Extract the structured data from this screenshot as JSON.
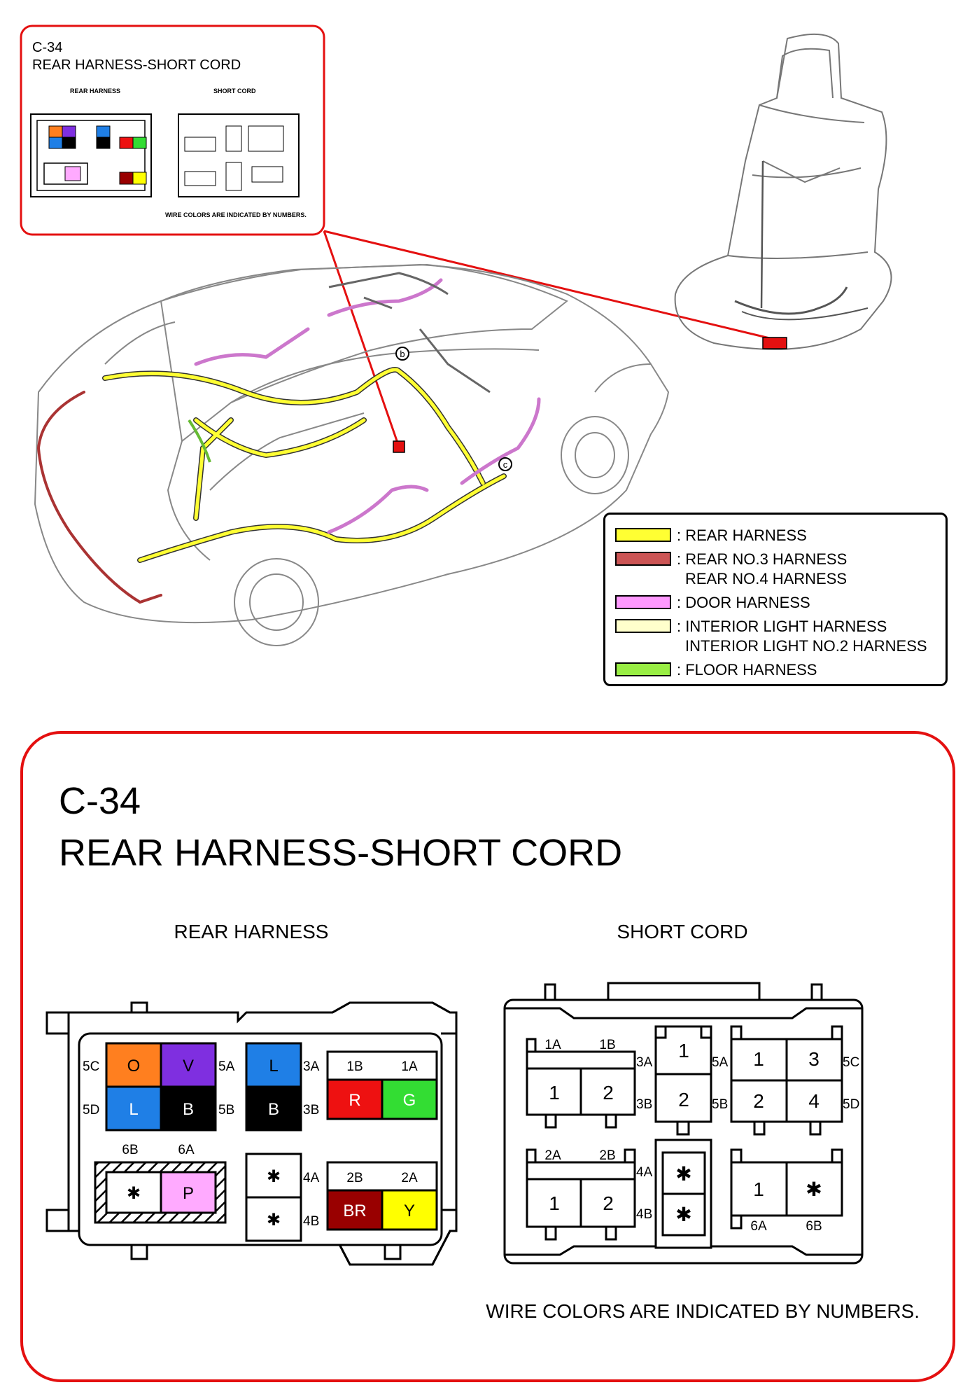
{
  "inset": {
    "code": "C-34",
    "title": "REAR HARNESS-SHORT CORD",
    "rear_label": "REAR HARNESS",
    "short_label": "SHORT CORD",
    "note": "WIRE COLORS ARE INDICATED BY NUMBERS."
  },
  "legend": [
    {
      "color": "#ffff33",
      "lines": [
        ": REAR HARNESS"
      ]
    },
    {
      "color": "#cc5555",
      "lines": [
        ": REAR NO.3 HARNESS",
        "REAR NO.4 HARNESS"
      ]
    },
    {
      "color": "#ff99ff",
      "lines": [
        ": DOOR HARNESS"
      ]
    },
    {
      "color": "#ffffcc",
      "lines": [
        ": INTERIOR LIGHT HARNESS",
        "INTERIOR LIGHT NO.2 HARNESS"
      ]
    },
    {
      "color": "#99ee44",
      "lines": [
        ": FLOOR HARNESS"
      ]
    }
  ],
  "callouts": {
    "b": "b",
    "c": "c"
  },
  "connector": {
    "code": "C-34",
    "title": "REAR HARNESS-SHORT CORD",
    "rear_label": "REAR HARNESS",
    "short_label": "SHORT CORD",
    "note": "WIRE COLORS ARE INDICATED BY NUMBERS.",
    "rear": {
      "pin_labels": {
        "p5C": "5C",
        "p5D": "5D",
        "p5A": "5A",
        "p5B": "5B",
        "p3A": "3A",
        "p3B": "3B",
        "p1B": "1B",
        "p1A": "1A",
        "p6B": "6B",
        "p6A": "6A",
        "p4A": "4A",
        "p4B": "4B",
        "p2B": "2B",
        "p2A": "2A"
      },
      "cells": {
        "c5C": {
          "text": "O",
          "color": "#ff7f1f"
        },
        "c5A": {
          "text": "V",
          "color": "#7f2fe0"
        },
        "c5D": {
          "text": "L",
          "color": "#1f7fe6"
        },
        "c5B": {
          "text": "B",
          "color": "#000000"
        },
        "c3A": {
          "text": "L",
          "color": "#1f7fe6"
        },
        "c3B": {
          "text": "B",
          "color": "#000000"
        },
        "c1B": {
          "text": "R",
          "color": "#ee1111"
        },
        "c1A": {
          "text": "G",
          "color": "#33dd33"
        },
        "c6B": {
          "text": "✱",
          "color": "#ffffff"
        },
        "c6A": {
          "text": "P",
          "color": "#ffaaff"
        },
        "c4A": {
          "text": "✱",
          "color": "#ffffff"
        },
        "c4B": {
          "text": "✱",
          "color": "#ffffff"
        },
        "c2B": {
          "text": "BR",
          "color": "#990000"
        },
        "c2A": {
          "text": "Y",
          "color": "#ffff00"
        }
      }
    },
    "short": {
      "pin_labels": {
        "p1A": "1A",
        "p1B": "1B",
        "p3A": "3A",
        "p3B": "3B",
        "p5A": "5A",
        "p5B": "5B",
        "p5C": "5C",
        "p5D": "5D",
        "p2A": "2A",
        "p2B": "2B",
        "p4A": "4A",
        "p4B": "4B",
        "p6A": "6A",
        "p6B": "6B"
      },
      "cells": {
        "s1a": "1",
        "s1b": "2",
        "s3a": "1",
        "s3b": "2",
        "s5a": "1",
        "s5b": "3",
        "s5c": "2",
        "s5d": "4",
        "s2a": "1",
        "s2b": "2",
        "s4a": "✱",
        "s4b": "✱",
        "s6a": "1",
        "s6b": "✱"
      }
    }
  }
}
